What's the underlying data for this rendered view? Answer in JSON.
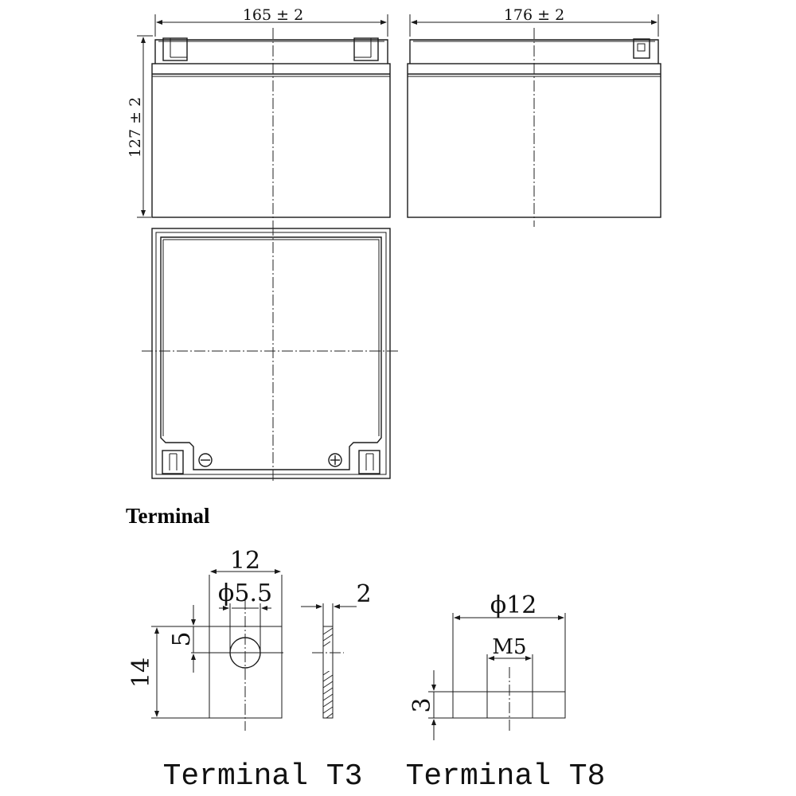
{
  "dimensions": {
    "front_width": "165 ± 2",
    "side_width": "176 ± 2",
    "height": "127 ± 2"
  },
  "section_title": "Terminal",
  "terminal_t3": {
    "width": "12",
    "hole_diameter": "ϕ5.5",
    "hole_offset": "5",
    "height": "14",
    "thickness": "2",
    "caption": "Terminal T3"
  },
  "terminal_t8": {
    "diameter": "ϕ12",
    "thread": "M5",
    "height": "3",
    "caption": "Terminal T8"
  },
  "colors": {
    "line": "#1a1a1a",
    "background": "#ffffff"
  }
}
